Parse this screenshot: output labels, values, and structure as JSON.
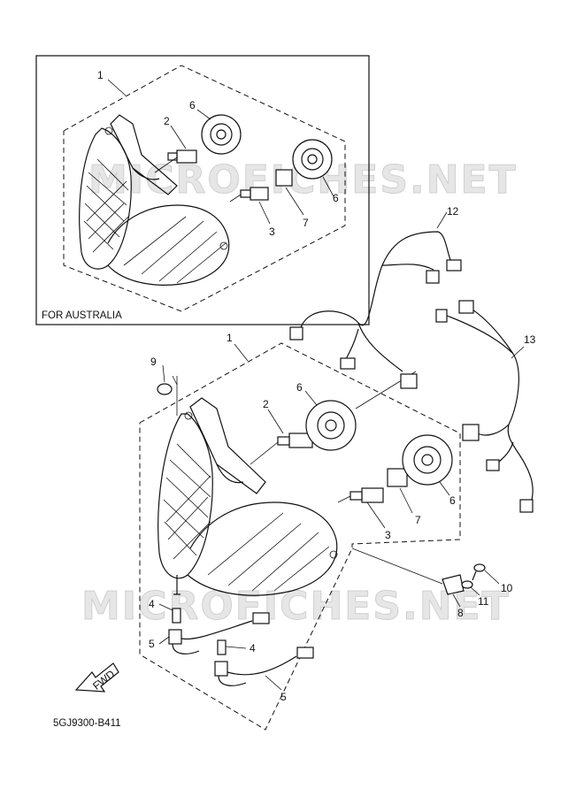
{
  "diagram": {
    "inset_label": "FOR AUSTRALIA",
    "part_code": "5GJ9300-B411",
    "fwd_label": "FWD",
    "watermark": "MICROFICHES.NET",
    "callouts": {
      "inset_1": "1",
      "inset_2": "2",
      "inset_3": "3",
      "inset_6a": "6",
      "inset_6b": "6",
      "inset_7": "7",
      "main_1": "1",
      "main_2": "2",
      "main_3": "3",
      "main_4a": "4",
      "main_4b": "4",
      "main_5a": "5",
      "main_5b": "5",
      "main_6a": "6",
      "main_6b": "6",
      "main_7": "7",
      "main_8": "8",
      "main_9": "9",
      "main_10": "10",
      "main_11": "11",
      "main_12": "12",
      "main_13": "13"
    }
  }
}
